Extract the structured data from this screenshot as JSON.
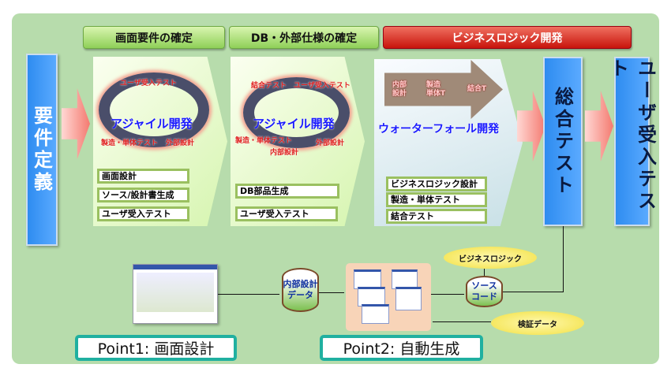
{
  "headers": {
    "screen_req": "画面要件の確定",
    "db_spec": "DB・外部仕様の確定",
    "biz_logic": "ビジネスロジック開発"
  },
  "stages": {
    "requirements": "要件定義",
    "integration_test": "総合テスト",
    "acceptance_test": "ユーザ受入テスト"
  },
  "phase1": {
    "title": "アジャイル開発",
    "cycle": [
      "ユーザ受入テスト",
      "製造・単体テスト",
      "外部設計"
    ],
    "tasks": [
      "画面設計",
      "ソース/設計書生成",
      "ユーザ受入テスト"
    ]
  },
  "phase2": {
    "title": "アジャイル開発",
    "cycle": [
      "結合テスト",
      "ユーザ受入テスト",
      "製造・単体テスト",
      "内部設計",
      "外部設計"
    ],
    "tasks": [
      "DB部品生成",
      "ユーザ受入テスト"
    ]
  },
  "phase3": {
    "title": "ウォーターフォール開発",
    "steps": [
      "内部\n設計",
      "製造\n単体T",
      "結合T"
    ],
    "tasks": [
      "ビジネスロジック設計",
      "製造・単体テスト",
      "結合テスト"
    ]
  },
  "bottom": {
    "internal_data": "内部設計\nデータ",
    "source_code": "ソース\nコード",
    "business_logic": "ビジネスロジック",
    "verify_data": "検証データ",
    "point1": "Point1: 画面設計",
    "point2": "Point2: 自動生成"
  }
}
